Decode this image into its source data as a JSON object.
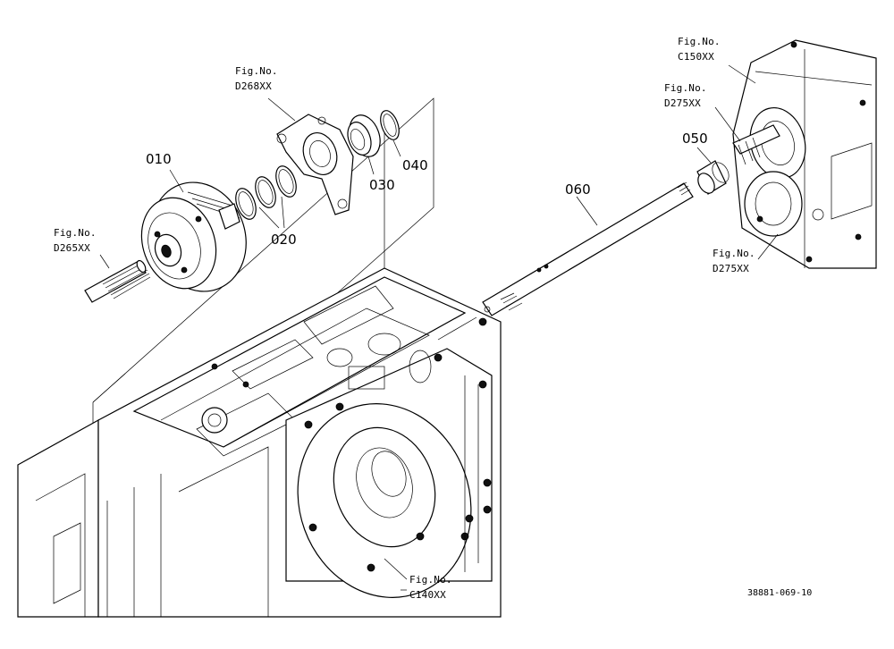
{
  "figure_refs": {
    "d268": {
      "line1": "Fig.No.",
      "line2": "D268XX"
    },
    "d265": {
      "line1": "Fig.No.",
      "line2": "D265XX"
    },
    "c150": {
      "line1": "Fig.No.",
      "line2": "C150XX"
    },
    "d275_top": {
      "line1": "Fig.No.",
      "line2": "D275XX"
    },
    "d275_bottom": {
      "line1": "Fig.No.",
      "line2": "D275XX"
    },
    "c140": {
      "line1": "Fig.No.",
      "line2": "C140XX"
    }
  },
  "part_numbers": {
    "p010": "010",
    "p020": "020",
    "p030": "030",
    "p040": "040",
    "p050": "050",
    "p060": "060"
  },
  "document_id": "38881-069-10"
}
